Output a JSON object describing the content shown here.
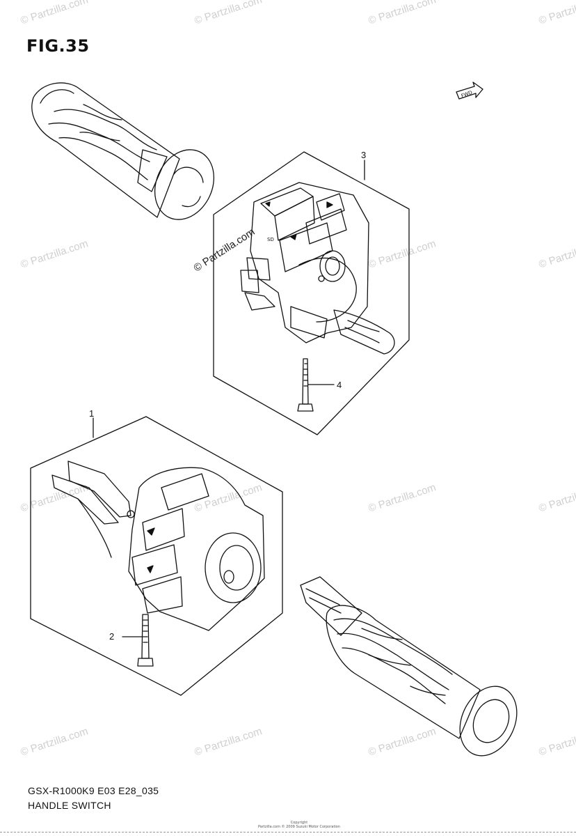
{
  "figure": {
    "title": "FIG.35"
  },
  "footer": {
    "model_code": "GSX-R1000K9 E03 E28_035",
    "section_name": "HANDLE SWITCH"
  },
  "copyright": {
    "line1": "Copyright",
    "line2": "Partzilla.com © 2009 Suzuki Motor Corporation"
  },
  "watermark": {
    "text": "© Partzilla.com"
  },
  "fwd_arrow": {
    "label": "FWD"
  },
  "callouts": [
    {
      "id": "1",
      "text": "1"
    },
    {
      "id": "2",
      "text": "2"
    },
    {
      "id": "3",
      "text": "3"
    },
    {
      "id": "4",
      "text": "4"
    }
  ],
  "switch_labels": {
    "left_tag": "SD"
  }
}
